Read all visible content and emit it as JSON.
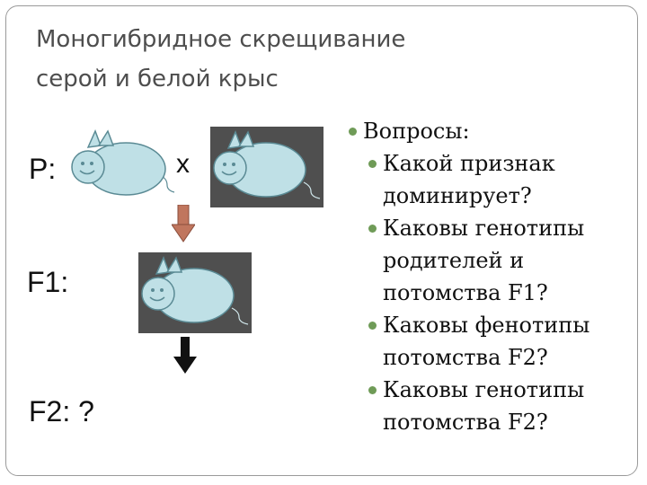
{
  "title": {
    "line1": "Моногибридное скрещивание",
    "line2": "серой и белой крыс"
  },
  "labels": {
    "p": "P:",
    "cross": "х",
    "f1": "F1:",
    "f2": "F2: ?"
  },
  "questions": {
    "heading": "Вопросы:",
    "items": [
      {
        "line1": "Какой признак",
        "line2": "доминирует?"
      },
      {
        "line1": "Каковы генотипы",
        "line2": "родителей и",
        "line3": "потомства F1?"
      },
      {
        "line1": "Каковы фенотипы",
        "line2": "потомства F2?"
      },
      {
        "line1": "Каковы генотипы",
        "line2": "потомства F2?"
      }
    ]
  },
  "colors": {
    "rat_body": "#bfe0e6",
    "rat_outline": "#5a8a94",
    "dark_background": "#4f4f4f",
    "arrow_brown": "#c0765e",
    "arrow_black": "#111111",
    "bullet_green": "#6f9b57"
  }
}
